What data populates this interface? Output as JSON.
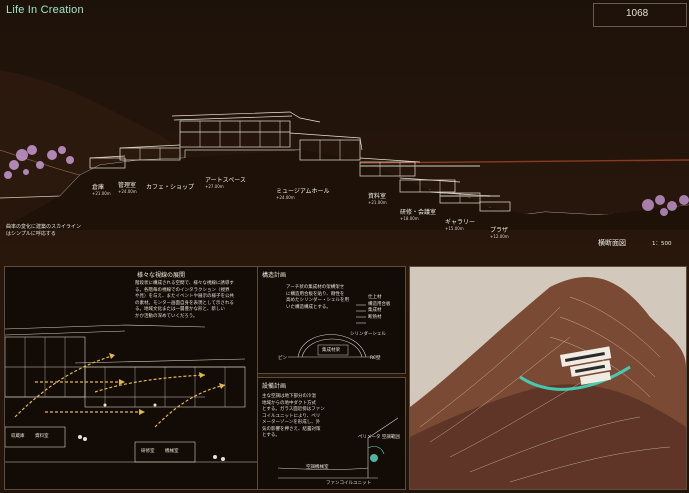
{
  "board": {
    "title": "Life In Creation",
    "entry_number": "1068"
  },
  "section": {
    "rooms": [
      {
        "name": "倉庫",
        "elev": "+21.00m"
      },
      {
        "name": "管理室",
        "elev": "+24.00m"
      },
      {
        "name": "カフェ・ショップ",
        "elev": ""
      },
      {
        "name": "アートスペース",
        "elev": "+27.00m"
      },
      {
        "name": "ミュージアムホール",
        "elev": "+24.00m"
      },
      {
        "name": "資料室",
        "elev": "+21.00m"
      },
      {
        "name": "研修・会議室",
        "elev": "+18.00m"
      },
      {
        "name": "ギャラリー",
        "elev": "+15.00m"
      },
      {
        "name": "プラザ",
        "elev": "+12.00m"
      }
    ],
    "note_left": [
      "曲率の変化に建築のスカイライン",
      "はシンプルに呼応する"
    ],
    "drawing_title": "横断面図",
    "scale": "1：500"
  },
  "panels": {
    "views": {
      "title": "様々な視線の展開",
      "text": [
        "階段状に構成される空間で、様々な視線に誘導す",
        "る。各階毎の視線でのインタラクション（視界",
        "や見）を与え、またイベントや展示の様子を公共",
        "の素材。モンター画面自身を表現として示される",
        "る。地域文化または一層豊かな形と、新しい",
        "かか活動の深めていくだろう。"
      ],
      "labels": [
        "収蔵庫",
        "資料室",
        "研修室",
        "機械室"
      ]
    },
    "structure": {
      "title": "構造計画",
      "text": [
        "アーチ状の集成材の架構架せ",
        "に構造用合板を貼り、剛性を",
        "高めたシリンダー・シェルを用",
        "いた構造構成とする。"
      ],
      "legend": [
        "仕上材",
        "構造用合板",
        "集成材",
        "断熱材"
      ],
      "shell_label": "シリンダーシェル",
      "ring_label": "集成材梁",
      "left_label": "ピン",
      "right_label": "RC壁"
    },
    "equipment": {
      "title": "設備計画",
      "text": [
        "主な空調は地下部分の冷温",
        "地域からの地中ダクト方式",
        "とする。ガラス面近傍はファン",
        "コイルユニットにより、ペリ",
        "メーターゾーンを形成し、外",
        "気の影響を押さえ、結露対策",
        "とする。"
      ],
      "duct_label": "空調機械室",
      "fan_label": "ファンコイルユニット",
      "side_label": "ペリメータ\n空調範囲"
    }
  },
  "colors": {
    "accent": "#5fe0c8",
    "sky": "#2a170c",
    "blossom": "#d8a0d8",
    "arrow": "#e0b84a"
  }
}
